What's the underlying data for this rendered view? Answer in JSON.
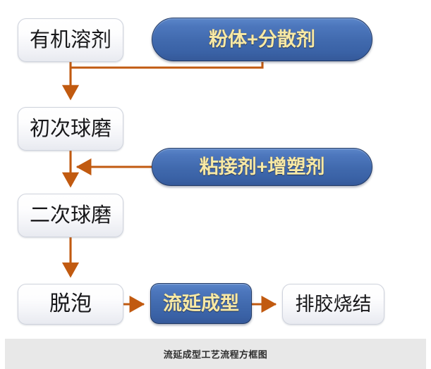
{
  "diagram": {
    "title": "流延成型工艺流程方框图",
    "accent_line_color": "#c15a10",
    "filled_node_fill": "#4069ad",
    "filled_node_border": "#1f3864",
    "filled_node_text_color": "#f7e9a6",
    "plain_node_text_color": "#18181a",
    "caption_band_color": "#e8e8e8",
    "nodes": [
      {
        "id": "organic-solvent",
        "label": "有机溶剂",
        "style": "plain"
      },
      {
        "id": "powder-dispersant",
        "label": "粉体+分散剂",
        "style": "filled"
      },
      {
        "id": "primary-milling",
        "label": "初次球磨",
        "style": "plain"
      },
      {
        "id": "binder-plasticizer",
        "label": "粘接剂+增塑剂",
        "style": "filled"
      },
      {
        "id": "secondary-milling",
        "label": "二次球磨",
        "style": "plain"
      },
      {
        "id": "defoaming",
        "label": "脱泡",
        "style": "plain"
      },
      {
        "id": "tape-casting",
        "label": "流延成型",
        "style": "filled"
      },
      {
        "id": "debinding-sintering",
        "label": "排胶烧结",
        "style": "plain"
      }
    ],
    "edges": [
      {
        "from": "organic-solvent",
        "to": "primary-milling"
      },
      {
        "from": "powder-dispersant",
        "to": "primary-milling"
      },
      {
        "from": "primary-milling",
        "to": "secondary-milling"
      },
      {
        "from": "binder-plasticizer",
        "to": "secondary-milling"
      },
      {
        "from": "secondary-milling",
        "to": "defoaming"
      },
      {
        "from": "defoaming",
        "to": "tape-casting"
      },
      {
        "from": "tape-casting",
        "to": "debinding-sintering"
      }
    ]
  },
  "caption": {
    "text": "流延成型工艺流程方框图"
  }
}
